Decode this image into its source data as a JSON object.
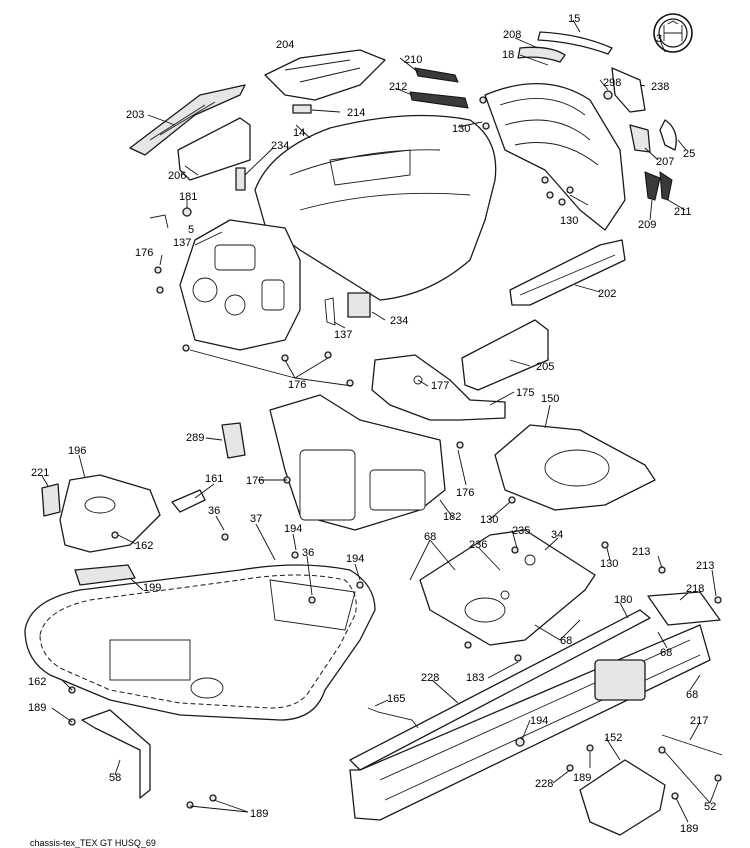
{
  "footer": {
    "text": "chassis-tex_TEX GT HUSQ_69"
  },
  "callouts": [
    {
      "id": "c15",
      "text": "15"
    },
    {
      "id": "c3",
      "text": "3"
    },
    {
      "id": "c204",
      "text": "204"
    },
    {
      "id": "c208",
      "text": "208"
    },
    {
      "id": "c210",
      "text": "210"
    },
    {
      "id": "c18",
      "text": "18"
    },
    {
      "id": "c298",
      "text": "298"
    },
    {
      "id": "c238",
      "text": "238"
    },
    {
      "id": "c212",
      "text": "212"
    },
    {
      "id": "c203",
      "text": "203"
    },
    {
      "id": "c214",
      "text": "214"
    },
    {
      "id": "c14",
      "text": "14"
    },
    {
      "id": "c130a",
      "text": "130"
    },
    {
      "id": "c234a",
      "text": "234"
    },
    {
      "id": "c206",
      "text": "206"
    },
    {
      "id": "c25",
      "text": "25"
    },
    {
      "id": "c207",
      "text": "207"
    },
    {
      "id": "c181",
      "text": "181"
    },
    {
      "id": "c130b",
      "text": "130"
    },
    {
      "id": "c5",
      "text": "5"
    },
    {
      "id": "c209",
      "text": "209"
    },
    {
      "id": "c211",
      "text": "211"
    },
    {
      "id": "c137a",
      "text": "137"
    },
    {
      "id": "c176a",
      "text": "176"
    },
    {
      "id": "c202",
      "text": "202"
    },
    {
      "id": "c234b",
      "text": "234"
    },
    {
      "id": "c137b",
      "text": "137"
    },
    {
      "id": "c205",
      "text": "205"
    },
    {
      "id": "c176b",
      "text": "176"
    },
    {
      "id": "c177",
      "text": "177"
    },
    {
      "id": "c175",
      "text": "175"
    },
    {
      "id": "c150",
      "text": "150"
    },
    {
      "id": "c289",
      "text": "289"
    },
    {
      "id": "c196",
      "text": "196"
    },
    {
      "id": "c176c",
      "text": "176"
    },
    {
      "id": "c176d",
      "text": "176"
    },
    {
      "id": "c221",
      "text": "221"
    },
    {
      "id": "c161",
      "text": "161"
    },
    {
      "id": "c130c",
      "text": "130"
    },
    {
      "id": "c182",
      "text": "182"
    },
    {
      "id": "c36a",
      "text": "36"
    },
    {
      "id": "c235",
      "text": "235"
    },
    {
      "id": "c37",
      "text": "37"
    },
    {
      "id": "c194a",
      "text": "194"
    },
    {
      "id": "c68a",
      "text": "68"
    },
    {
      "id": "c236",
      "text": "236"
    },
    {
      "id": "c34",
      "text": "34"
    },
    {
      "id": "c162a",
      "text": "162"
    },
    {
      "id": "c36b",
      "text": "36"
    },
    {
      "id": "c194b",
      "text": "194"
    },
    {
      "id": "c130d",
      "text": "130"
    },
    {
      "id": "c213a",
      "text": "213"
    },
    {
      "id": "c213b",
      "text": "213"
    },
    {
      "id": "c199",
      "text": "199"
    },
    {
      "id": "c218",
      "text": "218"
    },
    {
      "id": "c180",
      "text": "180"
    },
    {
      "id": "c68b",
      "text": "68"
    },
    {
      "id": "c68c",
      "text": "68"
    },
    {
      "id": "c228a",
      "text": "228"
    },
    {
      "id": "c183",
      "text": "183"
    },
    {
      "id": "c162b",
      "text": "162"
    },
    {
      "id": "c68d",
      "text": "68"
    },
    {
      "id": "c165",
      "text": "165"
    },
    {
      "id": "c189a",
      "text": "189"
    },
    {
      "id": "c194c",
      "text": "194"
    },
    {
      "id": "c217",
      "text": "217"
    },
    {
      "id": "c152",
      "text": "152"
    },
    {
      "id": "c58",
      "text": "58"
    },
    {
      "id": "c228b",
      "text": "228"
    },
    {
      "id": "c189b",
      "text": "189"
    },
    {
      "id": "c52",
      "text": "52"
    },
    {
      "id": "c189c",
      "text": "189"
    },
    {
      "id": "c189d",
      "text": "189"
    }
  ]
}
